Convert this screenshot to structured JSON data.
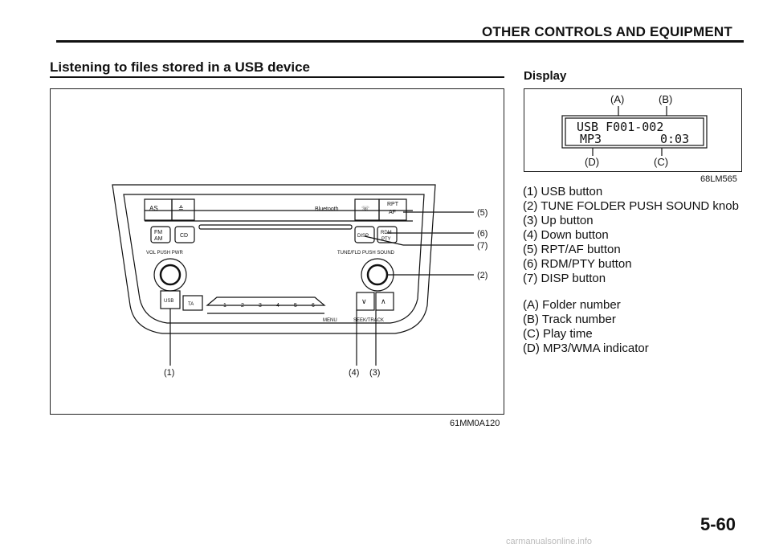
{
  "header": {
    "title": "OTHER CONTROLS AND EQUIPMENT"
  },
  "section": {
    "title": "Listening to files stored in a USB device"
  },
  "display_section": {
    "title": "Display"
  },
  "figure_codes": {
    "radio": "61MM0A120",
    "display": "68LM565"
  },
  "radio": {
    "buttons": {
      "as": "AS",
      "eject": "≜",
      "bluetooth": "Bluetooth",
      "phone": "☏",
      "rpt": "RPT",
      "af": "AF",
      "fm": "FM",
      "am": "AM",
      "cd": "CD",
      "disp": "DISP",
      "rdm": "RDM",
      "pty": "PTY",
      "vol": "VOL PUSH PWR",
      "tune": "TUNE/FLD PUSH SOUND",
      "usb": "USB",
      "ta": "TA",
      "presets": [
        "1",
        "2",
        "3",
        "4",
        "5",
        "6"
      ],
      "menu": "MENU",
      "seek": "SEEK/TRACK",
      "down": "∨",
      "up": "∧"
    },
    "callouts": [
      "(5)",
      "(6)",
      "(7)",
      "(2)",
      "(1)",
      "(4)",
      "(3)"
    ]
  },
  "display": {
    "labels_top": [
      "(A)",
      "(B)"
    ],
    "labels_bottom": [
      "(D)",
      "(C)"
    ],
    "line1": "USB F001-002",
    "line2_left": "MP3",
    "line2_right": "0:03"
  },
  "parts": [
    "(1) USB button",
    "(2) TUNE FOLDER PUSH SOUND knob",
    "(3) Up button",
    "(4) Down button",
    "(5) RPT/AF button",
    "(6) RDM/PTY button",
    "(7) DISP button"
  ],
  "display_parts": [
    "(A) Folder number",
    "(B) Track number",
    "(C) Play time",
    "(D) MP3/WMA indicator"
  ],
  "page_number": "5-60",
  "footer": "carmanualsonline.info"
}
